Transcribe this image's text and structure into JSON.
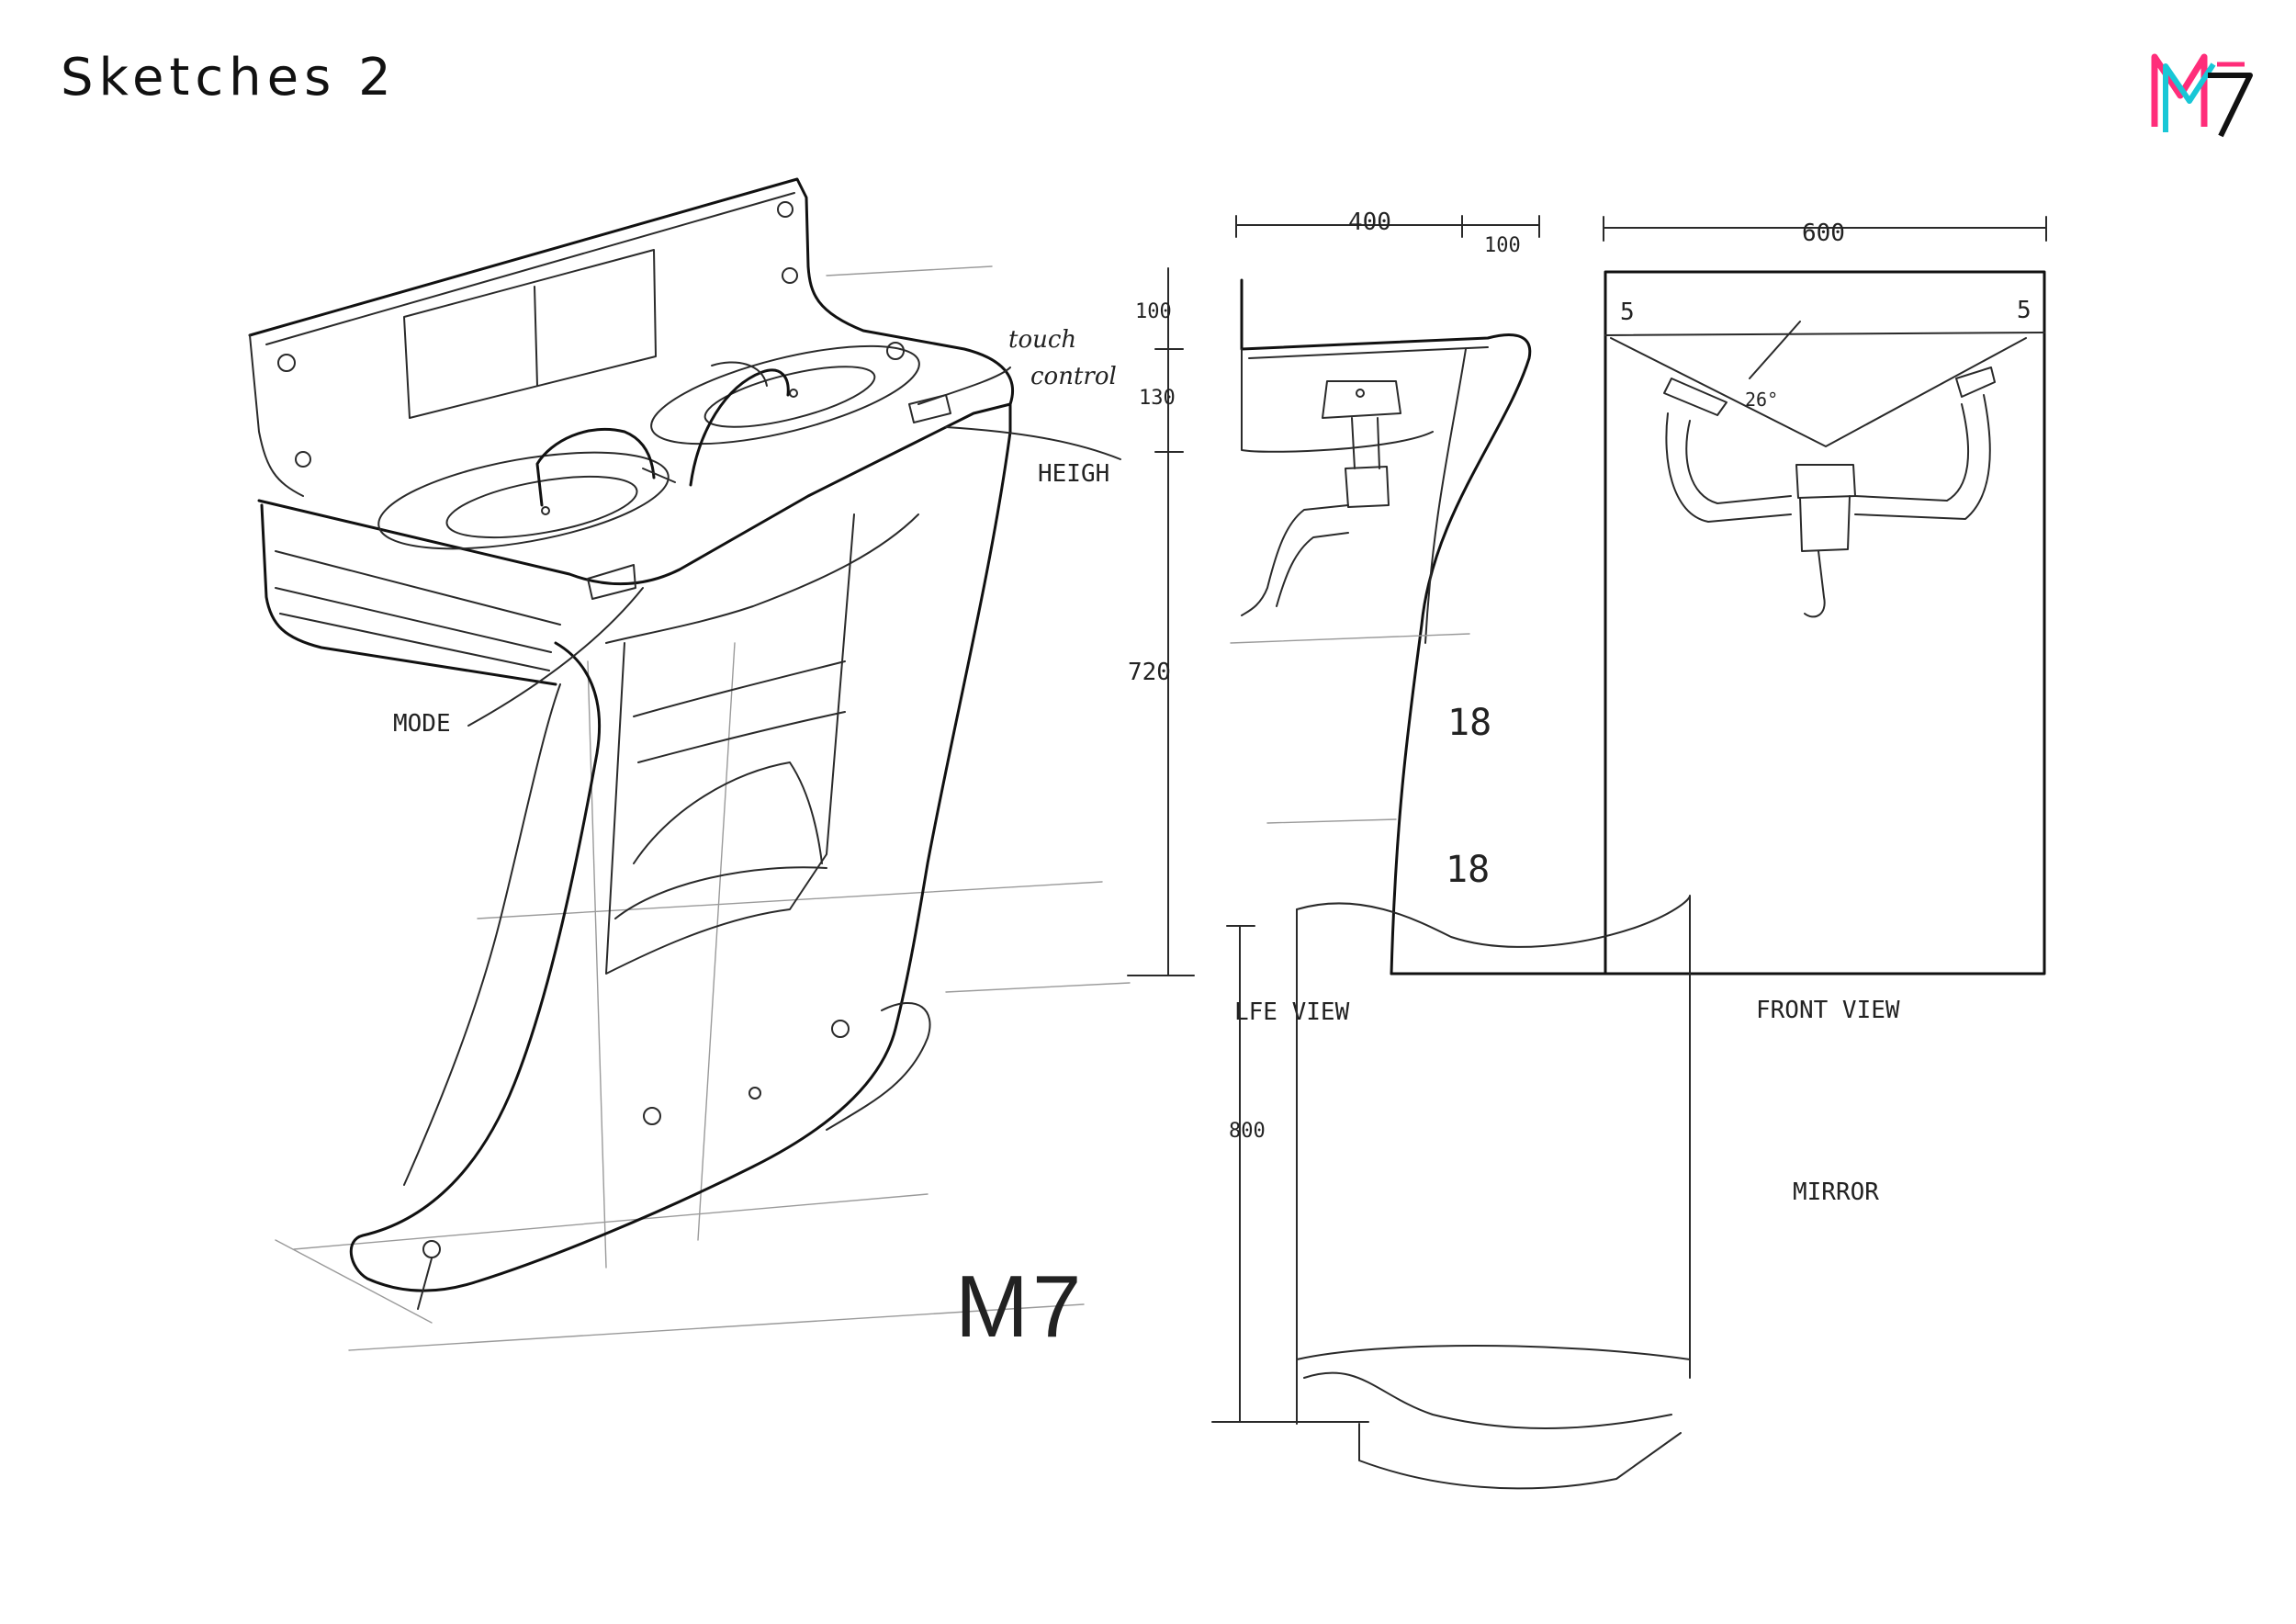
{
  "page": {
    "title": "Sketches 2"
  },
  "logo": {
    "text": "M7",
    "colors": [
      "#ff2d7a",
      "#19c7d6",
      "#111111"
    ]
  },
  "labels": {
    "touch_control_line1": "touch",
    "touch_control_line2": "control",
    "height": "HEIGH",
    "mode": "MODE",
    "m7_signature": "M7",
    "left_view": "LFE VIEW",
    "front_view": "FRONT VIEW",
    "mirror": "MIRROR",
    "angle": "26°"
  },
  "dimensions": {
    "side_top_width": "400",
    "side_top_small": "100",
    "front_top_width": "600",
    "height_100": "100",
    "height_130": "130",
    "height_720": "720",
    "height_800": "800",
    "thickness_18a": "18",
    "thickness_18b": "18",
    "margin_left": "5",
    "margin_right": "5"
  }
}
